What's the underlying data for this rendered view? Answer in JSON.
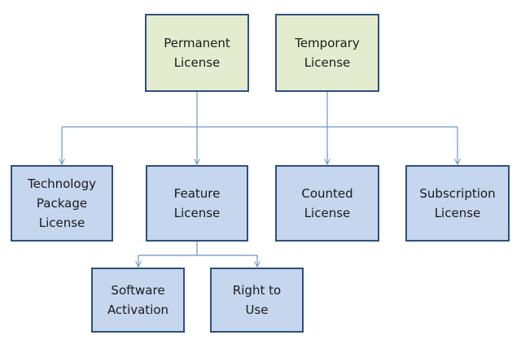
{
  "diagram": {
    "top_boxes": {
      "permanent": "Permanent\nLicense",
      "temporary": "Temporary\nLicense"
    },
    "license_types": {
      "technology_package": "Technology\nPackage\nLicense",
      "feature": "Feature\nLicense",
      "counted": "Counted\nLicense",
      "subscription": "Subscription\nLicense"
    },
    "feature_subtypes": {
      "software_activation": "Software\nActivation",
      "right_to_use": "Right to\nUse"
    },
    "colors": {
      "top_fill": "#e4eccf",
      "child_fill": "#c5d6ee",
      "border": "#2f4f80",
      "connector": "#6f94c4"
    }
  }
}
